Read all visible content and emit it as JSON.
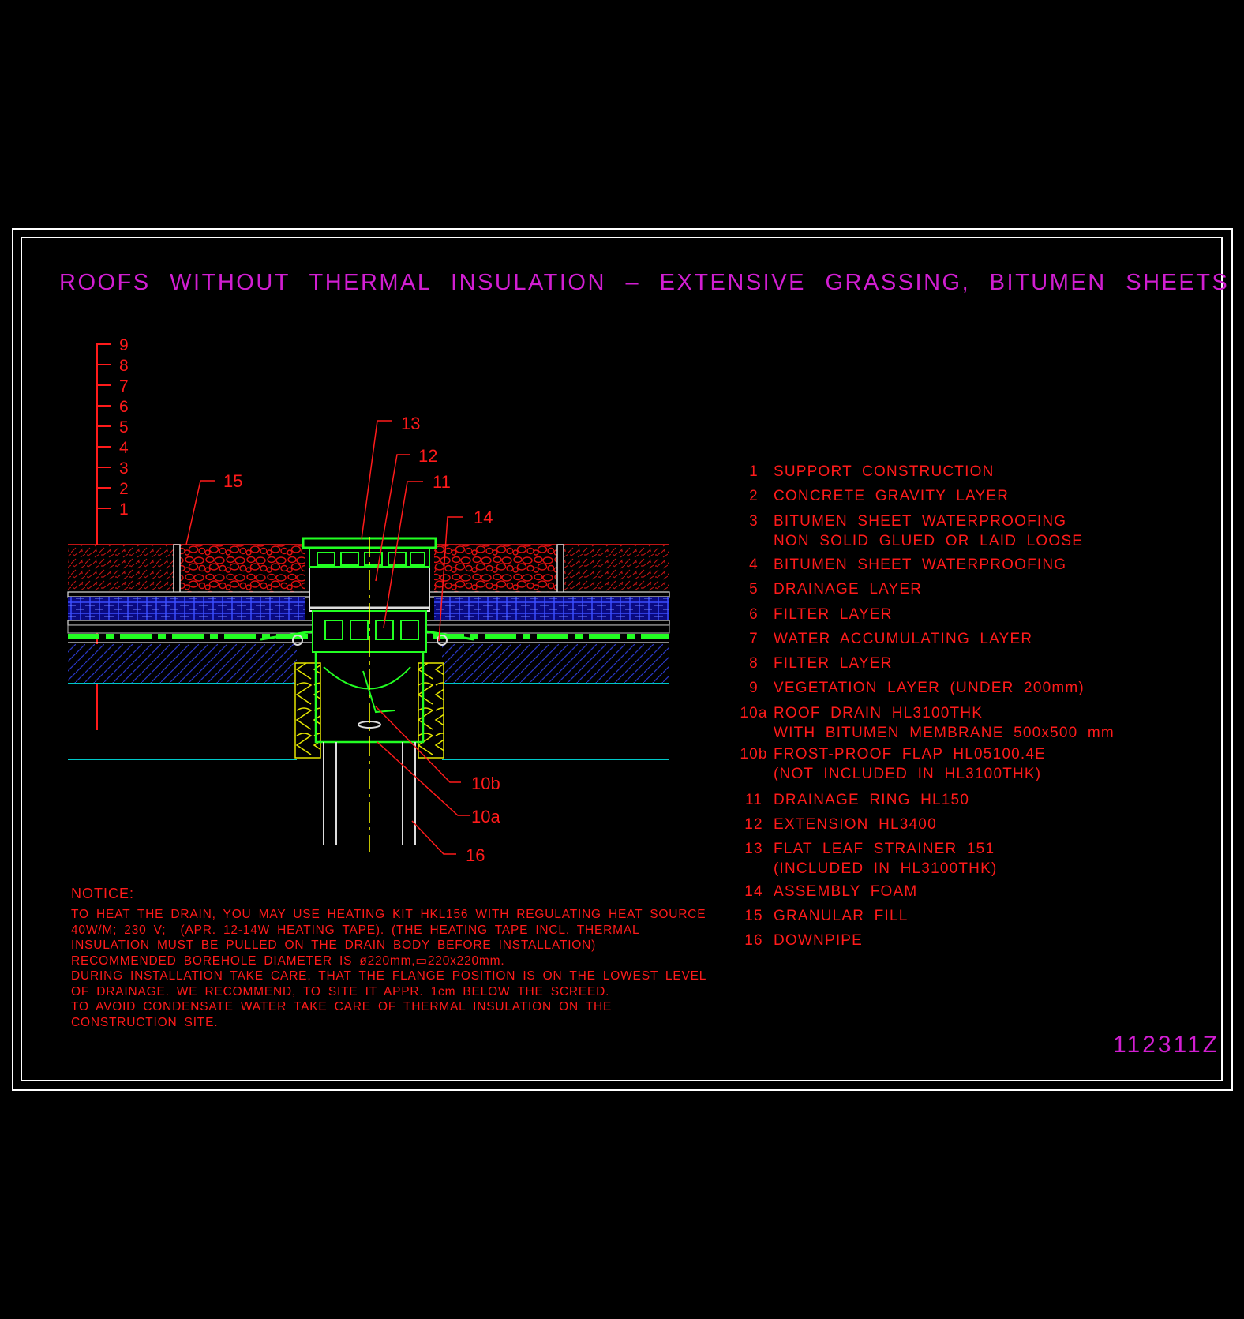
{
  "title": "ROOFS WITHOUT THERMAL INSULATION – EXTENSIVE GRASSING, BITUMEN SHEETS",
  "drawing_id": "112311Z",
  "layer_scale": [
    "9",
    "8",
    "7",
    "6",
    "5",
    "4",
    "3",
    "2",
    "1"
  ],
  "callouts": {
    "c13": "13",
    "c12": "12",
    "c11": "11",
    "c14": "14",
    "c15": "15",
    "c10b": "10b",
    "c10a": "10a",
    "c16": "16"
  },
  "legend": [
    {
      "num": "1",
      "text": "SUPPORT CONSTRUCTION"
    },
    {
      "num": "2",
      "text": "CONCRETE GRAVITY LAYER"
    },
    {
      "num": "3",
      "text": "BITUMEN SHEET WATERPROOFING\nNON SOLID GLUED OR LAID LOOSE"
    },
    {
      "num": "4",
      "text": "BITUMEN SHEET WATERPROOFING"
    },
    {
      "num": "5",
      "text": "DRAINAGE LAYER"
    },
    {
      "num": "6",
      "text": "FILTER LAYER"
    },
    {
      "num": "7",
      "text": "WATER ACCUMULATING LAYER"
    },
    {
      "num": "8",
      "text": "FILTER LAYER"
    },
    {
      "num": "9",
      "text": "VEGETATION LAYER (UNDER 200mm)"
    },
    {
      "num": "10a",
      "text": "ROOF DRAIN HL3100THK\nWITH BITUMEN MEMBRANE 500x500 mm"
    },
    {
      "num": "10b",
      "text": "FROST-PROOF FLAP HL05100.4E\n(NOT INCLUDED IN HL3100THK)"
    },
    {
      "num": "11",
      "text": "DRAINAGE RING HL150"
    },
    {
      "num": "12",
      "text": "EXTENSION HL3400"
    },
    {
      "num": "13",
      "text": "FLAT LEAF STRAINER 151\n(INCLUDED IN HL3100THK)"
    },
    {
      "num": "14",
      "text": "ASSEMBLY FOAM"
    },
    {
      "num": "15",
      "text": "GRANULAR FILL"
    },
    {
      "num": "16",
      "text": "DOWNPIPE"
    }
  ],
  "notice": {
    "heading": "NOTICE:",
    "body": "TO HEAT THE DRAIN, YOU MAY USE HEATING KIT HKL156 WITH REGULATING HEAT SOURCE\n40W/M; 230 V;  (APR. 12-14W HEATING TAPE). (THE HEATING TAPE INCL. THERMAL\nINSULATION MUST BE PULLED ON THE DRAIN BODY BEFORE INSTALLATION)\nRECOMMENDED BOREHOLE DIAMETER IS ø220mm,▭220x220mm.\nDURING INSTALLATION TAKE CARE, THAT THE FLANGE POSITION IS ON THE LOWEST LEVEL\nOF DRAINAGE. WE RECOMMEND, TO SITE IT APPR. 1cm BELOW THE SCREED.\nTO AVOID CONDENSATE WATER TAKE CARE OF THERMAL INSULATION ON THE\nCONSTRUCTION SITE."
  },
  "colors": {
    "background": "#000000",
    "frame": "#ffffff",
    "title": "#d11ed1",
    "text": "#ff1b1b",
    "green": "#22ff22",
    "blue": "#2233ff",
    "cyan": "#00c8c8",
    "yellow": "#ffff00"
  }
}
